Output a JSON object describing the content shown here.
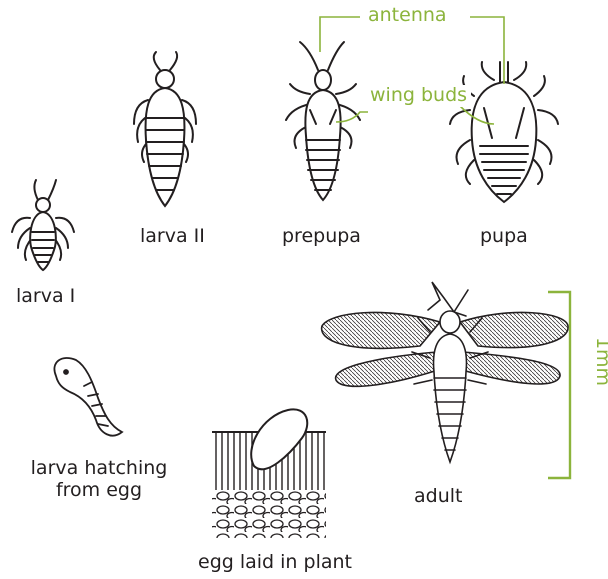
{
  "labels": {
    "larva_1": "larva I",
    "larva_2": "larva II",
    "prepupa": "prepupa",
    "pupa": "pupa",
    "adult": "adult",
    "hatching": "larva hatching from egg",
    "egg": "egg laid in plant"
  },
  "callouts": {
    "antenna": "antenna",
    "wing_buds": "wing buds",
    "scale": "1mm"
  },
  "colors": {
    "ink": "#231f20",
    "accent": "#8cb43c",
    "background": "#ffffff"
  },
  "icons": [
    "larva-1-illustration",
    "larva-2-illustration",
    "prepupa-illustration",
    "pupa-illustration",
    "adult-thrips-illustration",
    "hatching-larva-illustration",
    "egg-in-plant-illustration"
  ]
}
